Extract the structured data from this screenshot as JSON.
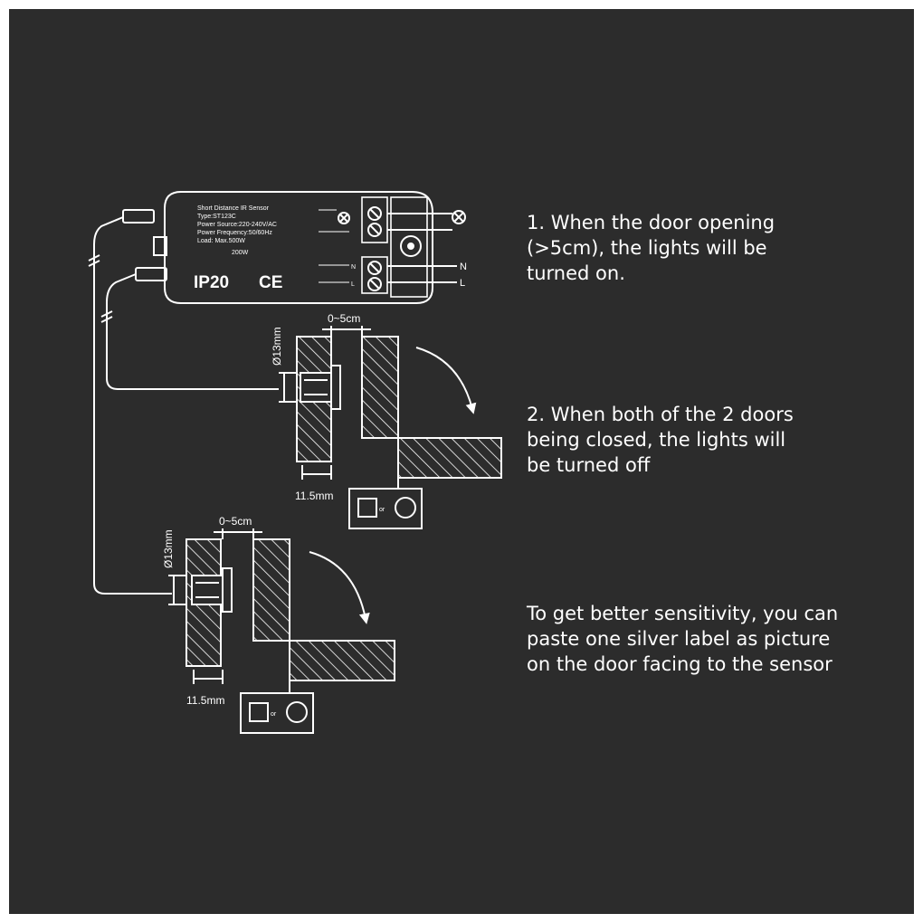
{
  "device": {
    "title": "Short Distance IR Sensor",
    "type": "Type:ST123C",
    "power_source": "Power Source:220-240V/AC",
    "power_frequency": "Power Frequency:50/60Hz",
    "load": "Load: Max.500W",
    "load_led": "200W",
    "ip_rating": "IP20",
    "ce_mark": "CE",
    "terminal_n": "N",
    "terminal_l": "L",
    "small_n": "N",
    "small_l": "L"
  },
  "diagram_top": {
    "gap_label": "0~5cm",
    "diameter_label": "Ø13mm",
    "depth_label": "11.5mm",
    "or_label": "or"
  },
  "diagram_bottom": {
    "gap_label": "0~5cm",
    "diameter_label": "Ø13mm",
    "depth_label": "11.5mm",
    "or_label": "or"
  },
  "notes": {
    "note1": "1. When the door opening\n(>5cm), the lights will be\nturned on.",
    "note2": "2. When both of the 2 doors\nbeing closed, the lights will\nbe turned off",
    "note3": "To get better sensitivity, you can\npaste one silver label as picture\non the door facing to the sensor"
  },
  "colors": {
    "background": "#2c2c2c",
    "line": "#ffffff",
    "frame": "#ffffff"
  }
}
